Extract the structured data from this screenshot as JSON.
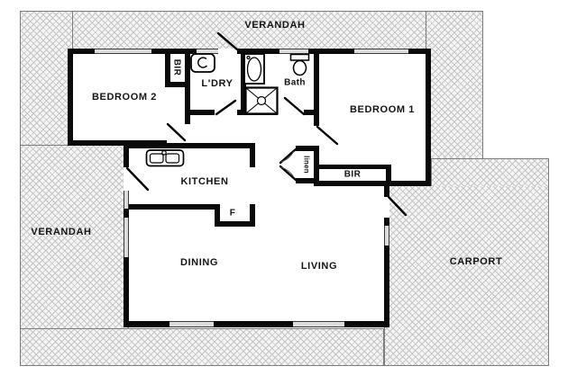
{
  "plan": {
    "labels": {
      "verandah_top": "VERANDAH",
      "verandah_left": "VERANDAH",
      "bedroom2": "BEDROOM 2",
      "bedroom1": "BEDROOM 1",
      "bir_bedroom2": "BIR",
      "bir_bedroom1": "BIR",
      "laundry": "L'DRY",
      "bath": "Bath",
      "linen": "linen",
      "kitchen": "KITCHEN",
      "fridge": "F",
      "dining": "DINING",
      "living": "LIVING",
      "carport": "CARPORT"
    },
    "colors": {
      "wall": "#0a0a0a",
      "hatch_background": "#f5f5f5",
      "hatch_line": "#c4c4c4",
      "area_outline": "#7d7d7d",
      "window_fill": "#dcdcdc",
      "label_text": "#141414",
      "background": "#ffffff"
    },
    "icons": [
      "laundry-tub-icon",
      "bathtub-icon",
      "toilet-icon",
      "shower-icon",
      "kitchen-sink-icon",
      "door-leaf-icon"
    ]
  }
}
